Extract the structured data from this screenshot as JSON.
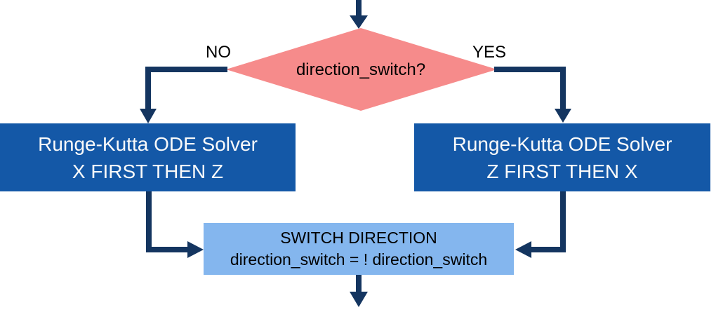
{
  "flowchart": {
    "decision": {
      "label": "direction_switch?"
    },
    "branches": {
      "no": "NO",
      "yes": "YES"
    },
    "nodes": {
      "solver_x_first": {
        "line1": "Runge-Kutta ODE Solver",
        "line2": "X FIRST THEN Z"
      },
      "solver_z_first": {
        "line1": "Runge-Kutta ODE Solver",
        "line2": "Z FIRST THEN X"
      },
      "switch_direction": {
        "line1": "SWITCH DIRECTION",
        "line2": "direction_switch = ! direction_switch"
      }
    },
    "colors": {
      "decision_fill": "#F68B8B",
      "solver_fill": "#1458A7",
      "solver_text": "#FAFAFA",
      "switch_fill": "#84B6EE",
      "arrow": "#143560",
      "label_text": "#000000",
      "background": "#FFFFFF"
    }
  }
}
